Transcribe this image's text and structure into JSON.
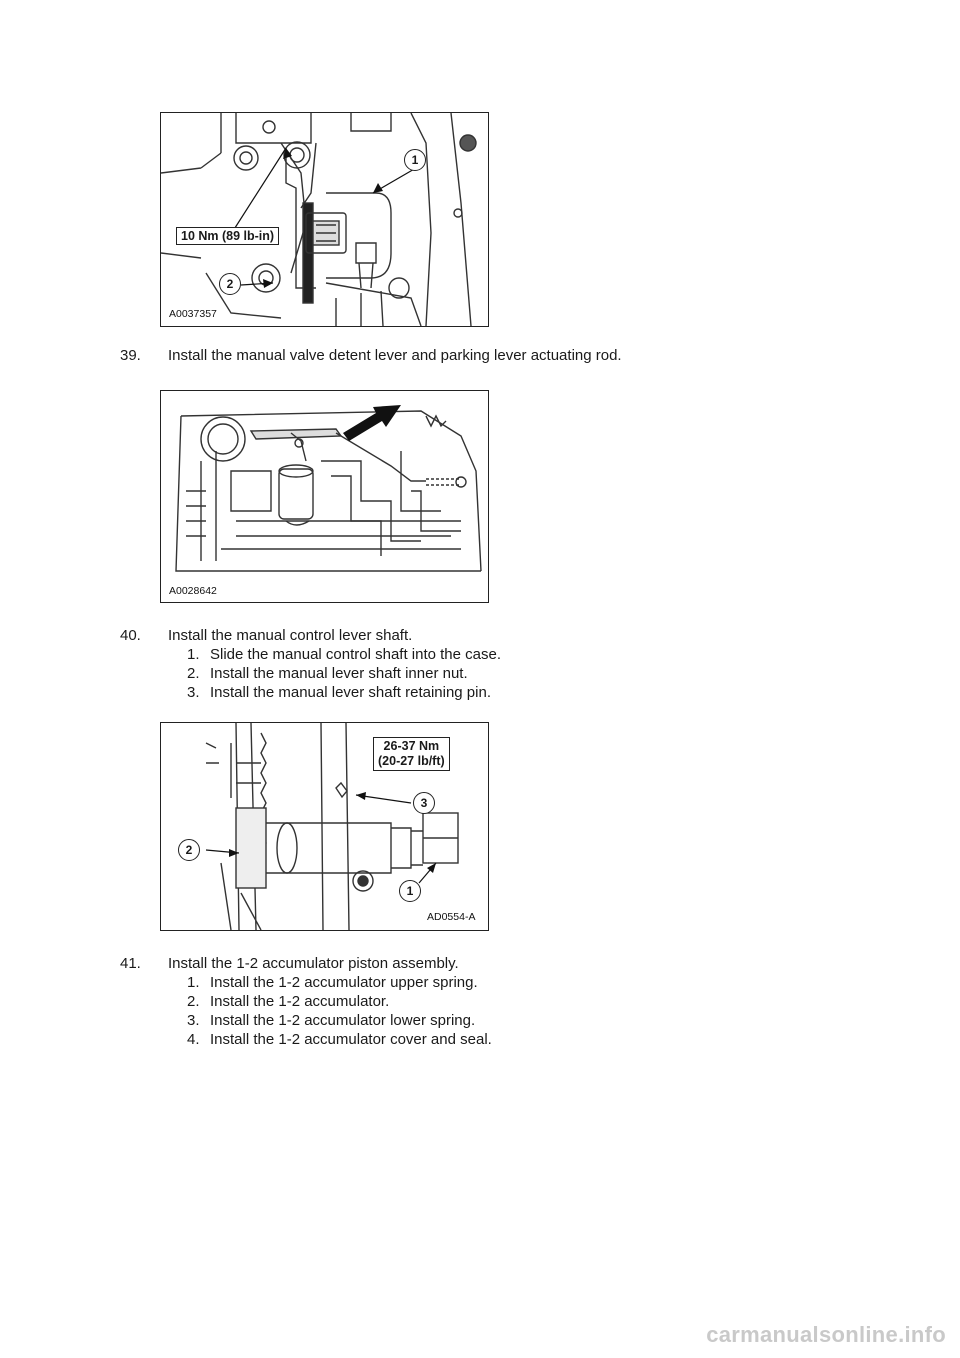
{
  "figures": [
    {
      "code": "A0037357",
      "torque_label": "10 Nm (89 lb-in)",
      "callouts": [
        "1",
        "2"
      ]
    },
    {
      "code": "A0028642"
    },
    {
      "code": "AD0554-A",
      "torque_label_line1": "26-37 Nm",
      "torque_label_line2": "(20-27 lb/ft)",
      "callouts": [
        "1",
        "2",
        "3"
      ]
    }
  ],
  "steps": [
    {
      "number": "39.",
      "text": "Install the manual valve detent lever and parking lever actuating rod.",
      "substeps": []
    },
    {
      "number": "40.",
      "text": "Install the manual control lever shaft.",
      "substeps": [
        {
          "n": "1.",
          "t": "Slide the manual control shaft into the case."
        },
        {
          "n": "2.",
          "t": "Install the manual lever shaft inner nut."
        },
        {
          "n": "3.",
          "t": "Install the manual lever shaft retaining pin."
        }
      ]
    },
    {
      "number": "41.",
      "text": "Install the 1-2 accumulator piston assembly.",
      "substeps": [
        {
          "n": "1.",
          "t": "Install the 1-2 accumulator upper spring."
        },
        {
          "n": "2.",
          "t": "Install the 1-2 accumulator."
        },
        {
          "n": "3.",
          "t": "Install the 1-2 accumulator lower spring."
        },
        {
          "n": "4.",
          "t": "Install the 1-2 accumulator cover and seal."
        }
      ]
    }
  ],
  "watermark": "carmanualsonline.info"
}
